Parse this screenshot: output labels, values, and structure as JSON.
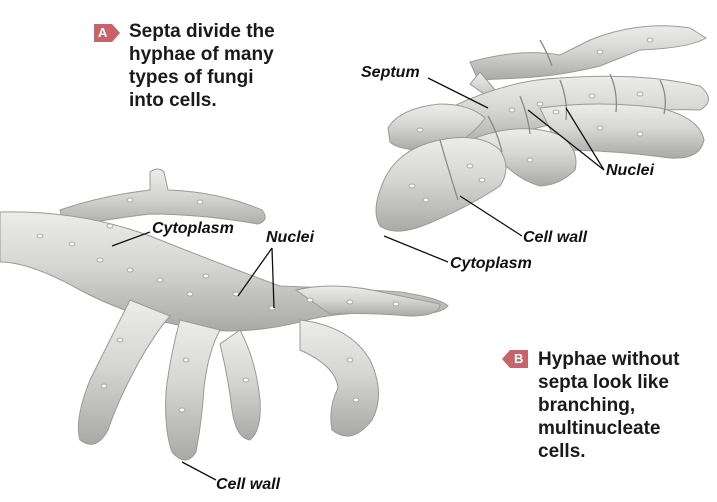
{
  "captions": {
    "a": {
      "badge": "A",
      "lines": [
        "Septa divide the",
        "hyphae of many",
        "types of fungi",
        "into cells."
      ]
    },
    "b": {
      "badge": "B",
      "lines": [
        "Hyphae without",
        "septa look like",
        "branching,",
        "multinucleate",
        "cells."
      ]
    }
  },
  "labels": {
    "septate": {
      "septum": "Septum",
      "nuclei": "Nuclei",
      "cell_wall": "Cell wall",
      "cytoplasm": "Cytoplasm"
    },
    "aseptate": {
      "cytoplasm": "Cytoplasm",
      "nuclei": "Nuclei",
      "cell_wall": "Cell wall"
    }
  },
  "colors": {
    "badge_fill": "#c9636a",
    "hypha_fill": "#d6d6d4",
    "hypha_shadow": "#a9a9a7",
    "leader_line": "#111111"
  }
}
